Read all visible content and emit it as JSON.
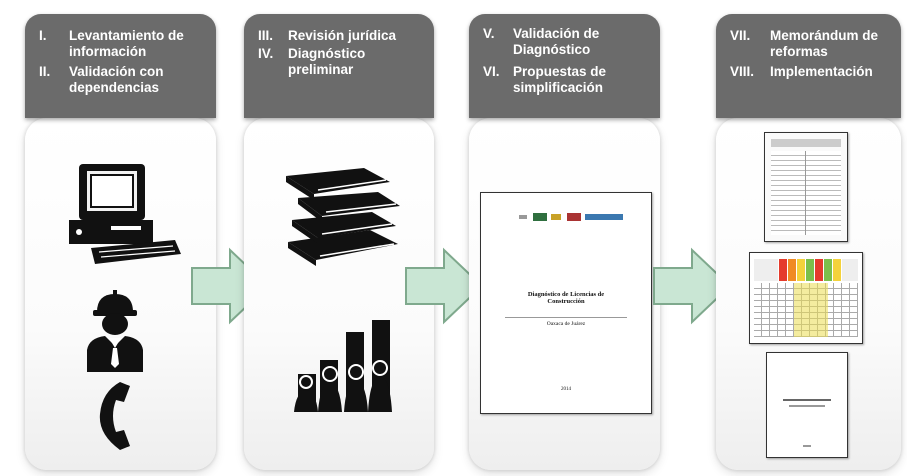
{
  "columns": [
    {
      "steps": [
        {
          "num": "I.",
          "text": "Levantamiento de información"
        },
        {
          "num": "II.",
          "text": "Validación con dependencias"
        }
      ]
    },
    {
      "steps": [
        {
          "num": "III.",
          "text": "Revisión jurídica"
        },
        {
          "num": "IV.",
          "text": "Diagnóstico preliminar"
        }
      ]
    },
    {
      "steps": [
        {
          "num": "V.",
          "text": "Validación de Diagnóstico"
        },
        {
          "num": "VI.",
          "text": "Propuestas de simplificación"
        }
      ]
    },
    {
      "steps": [
        {
          "num": "VII.",
          "text": "Memorándum de reformas"
        },
        {
          "num": "VIII.",
          "text": "Implementación"
        }
      ]
    }
  ],
  "diagnostic_doc": {
    "title": "Diagnóstico de Licencias de Construcción",
    "subtitle": "Oaxaca de Juárez",
    "year": "2014"
  },
  "icons": [
    "computer-icon",
    "worker-icon",
    "telephone-icon",
    "books-icon",
    "bar-chart-people-icon",
    "arrow-right-icon"
  ],
  "colors": {
    "header": "#6b6b6b",
    "arrow_fill": "#c9e6d4",
    "arrow_stroke": "#7fa98d"
  }
}
